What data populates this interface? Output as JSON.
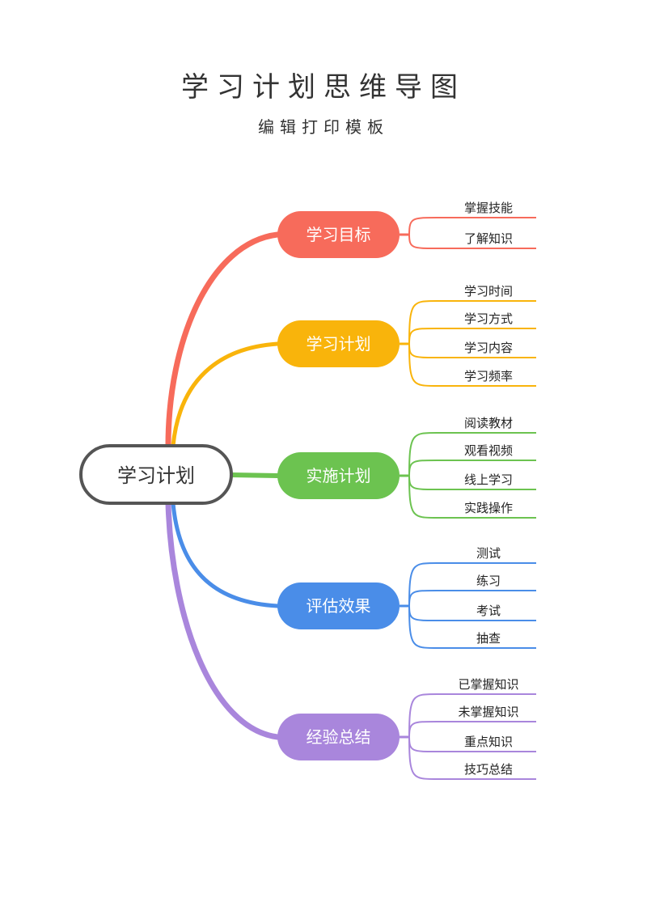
{
  "title": "学习计划思维导图",
  "subtitle": "编辑打印模板",
  "root": {
    "label": "学习计划",
    "border_color": "#555555"
  },
  "branches": [
    {
      "label": "学习目标",
      "color": "#F76B5B",
      "leaves": [
        "掌握技能",
        "了解知识"
      ]
    },
    {
      "label": "学习计划",
      "color": "#F9B40B",
      "leaves": [
        "学习时间",
        "学习方式",
        "学习内容",
        "学习频率"
      ]
    },
    {
      "label": "实施计划",
      "color": "#6CC350",
      "leaves": [
        "阅读教材",
        "观看视频",
        "线上学习",
        "实践操作"
      ]
    },
    {
      "label": "评估效果",
      "color": "#4A8DE8",
      "leaves": [
        "测试",
        "练习",
        "考试",
        "抽查"
      ]
    },
    {
      "label": "经验总结",
      "color": "#A986DC",
      "leaves": [
        "已掌握知识",
        "未掌握知识",
        "重点知识",
        "技巧总结"
      ]
    }
  ]
}
